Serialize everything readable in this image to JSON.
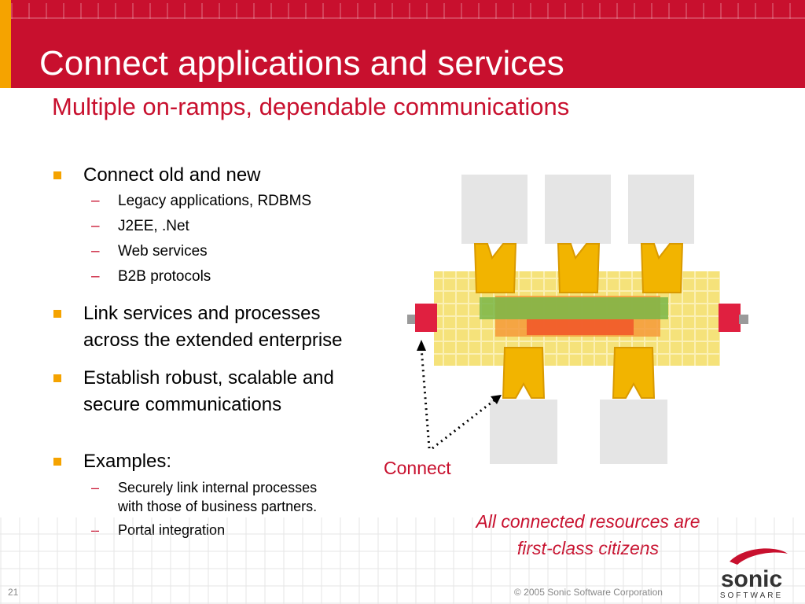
{
  "header": {
    "title": "Connect applications and services",
    "subtitle": "Multiple on-ramps, dependable communications"
  },
  "bullets": {
    "connect": {
      "label": "Connect old and new",
      "items": [
        "Legacy applications, RDBMS",
        "J2EE, .Net",
        "Web services",
        "B2B protocols"
      ]
    },
    "link": [
      "Link services and processes",
      "across the extended enterprise"
    ],
    "establish": [
      "Establish robust, scalable and",
      "secure communications"
    ],
    "examples": {
      "label": "Examples:",
      "items": [
        [
          "Securely link internal processes",
          "with those of business partners."
        ],
        [
          "Portal integration"
        ]
      ]
    }
  },
  "diagram": {
    "connect_label": "Connect",
    "caption": [
      "All connected resources are",
      "first-class citizens"
    ]
  },
  "footer": {
    "page_number": "21",
    "copyright": "© 2005 Sonic Software Corporation",
    "logo_text": "sonic",
    "logo_subtext": "SOFTWARE"
  },
  "colors": {
    "brand_red": "#c8102e",
    "accent_orange": "#f5a300",
    "connector_gold": "#f2b400",
    "bus_green": "#7ab648",
    "grid_yellow": "#f5e27a"
  }
}
